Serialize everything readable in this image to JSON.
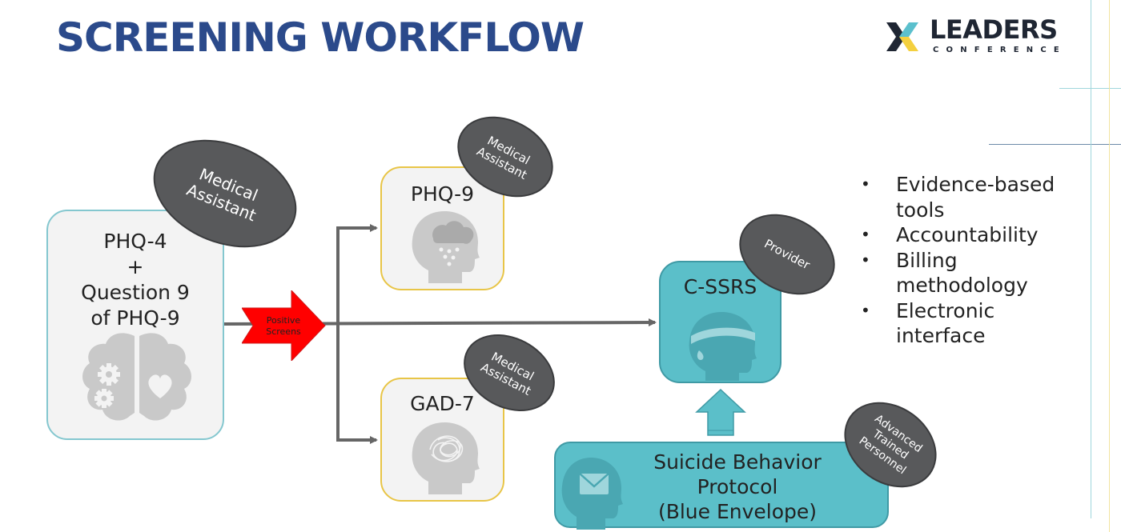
{
  "slide": {
    "title": "SCREENING WORKFLOW"
  },
  "logo": {
    "word": "LEADERS",
    "sub": "CONFERENCE",
    "mark_colors": [
      "#1f2633",
      "#f4d03f",
      "#5bc0cd"
    ]
  },
  "colors": {
    "title": "#2B4A8B",
    "teal_fill": "#5bbfc9",
    "ellipse": "#58595b",
    "arrow": "#666666",
    "positive_arrow": "#ff0000",
    "yellow_border": "#e8c547"
  },
  "nodes": {
    "phq4": {
      "line1": "PHQ-4",
      "line2": "+",
      "line3": "Question 9",
      "line4": "of PHQ-9",
      "icon": "brain-gears-heart-icon"
    },
    "phq9": {
      "label": "PHQ-9",
      "icon": "head-rain-cloud-icon"
    },
    "gad7": {
      "label": "GAD-7",
      "icon": "head-tangled-thoughts-icon"
    },
    "cssrs": {
      "label": "C-SSRS",
      "icon": "head-headband-tear-icon"
    },
    "protocol": {
      "line1": "Suicide Behavior",
      "line2": "Protocol",
      "line3": "(Blue Envelope)",
      "icon": "head-envelope-icon"
    }
  },
  "roles": {
    "phq4": "Medical\nAssistant",
    "phq9": "Medical\nAssistant",
    "gad7": "Medical\nAssistant",
    "cssrs": "Provider",
    "protocol": "Advanced\nTrained\nPersonnel"
  },
  "positive_screens": "Positive\nScreens",
  "bullets": [
    "Evidence-based tools",
    "Accountability",
    "Billing methodology",
    "Electronic interface"
  ]
}
